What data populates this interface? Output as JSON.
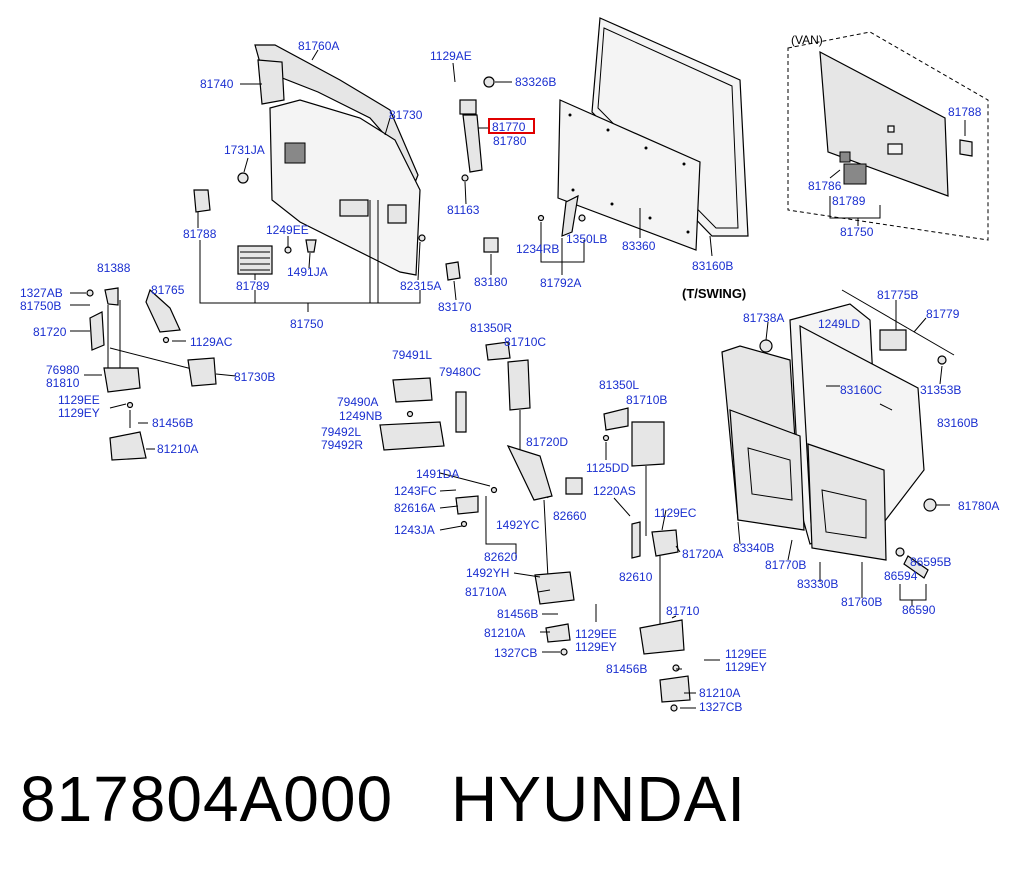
{
  "section_labels": {
    "van": "(VAN)",
    "tswing": "(T/SWING)"
  },
  "labels": {
    "p81760A": "81760A",
    "p81740": "81740",
    "p81730": "81730",
    "p1731JA": "1731JA",
    "p81788a": "81788",
    "p1249EE": "1249EE",
    "p1491JA": "1491JA",
    "p81789a": "81789",
    "p82315A": "82315A",
    "p81750a": "81750",
    "p1129AE": "1129AE",
    "p83326B": "83326B",
    "p81770": "81770",
    "p81780": "81780",
    "p81163": "81163",
    "p83180": "83180",
    "p83170": "83170",
    "p1234RB": "1234RB",
    "p1350LB": "1350LB",
    "p81792A": "81792A",
    "p83360": "83360",
    "p83160Ba": "83160B",
    "p81788b": "81788",
    "p81786": "81786",
    "p81789b": "81789",
    "p81750b": "81750",
    "p81388": "81388",
    "p1327ABa": "1327AB",
    "p81750B": "81750B",
    "p81765": "81765",
    "p81720": "81720",
    "p1129AC": "1129AC",
    "p76980": "76980",
    "p81810": "81810",
    "p81730B": "81730B",
    "p1129EEa": "1129EE",
    "p1129EYa": "1129EY",
    "p81456Ba": "81456B",
    "p81210Aa": "81210A",
    "p79491L": "79491L",
    "p79480C": "79480C",
    "p79490A": "79490A",
    "p1249NB": "1249NB",
    "p79492L": "79492L",
    "p79492R": "79492R",
    "p81350R": "81350R",
    "p81710C": "81710C",
    "p81720D": "81720D",
    "p1491DA": "1491DA",
    "p1243FC": "1243FC",
    "p82616A": "82616A",
    "p1243JA": "1243JA",
    "p1492YC": "1492YC",
    "p82660": "82660",
    "p82620": "82620",
    "p1492YH": "1492YH",
    "p81710A": "81710A",
    "p81456Bb": "81456B",
    "p81210Ab": "81210A",
    "p1129EEb": "1129EE",
    "p1129EYb": "1129EY",
    "p1327CBa": "1327CB",
    "p81350L": "81350L",
    "p81710B": "81710B",
    "p1125DD": "1125DD",
    "p1220AS": "1220AS",
    "p1129EC": "1129EC",
    "p81720A": "81720A",
    "p82610": "82610",
    "p81710": "81710",
    "p1129EEc": "1129EE",
    "p1129EYc": "1129EY",
    "p81456Bc": "81456B",
    "p81210Ac": "81210A",
    "p1327CBb": "1327CB",
    "p81738A": "81738A",
    "p81775B": "81775B",
    "p1249LD": "1249LD",
    "p81779": "81779",
    "p83160C": "83160C",
    "p31353B": "31353B",
    "p83160Bb": "83160B",
    "p81780A": "81780A",
    "p83340B": "83340B",
    "p81770B": "81770B",
    "p83330B": "83330B",
    "p81760B": "81760B",
    "p86594": "86594",
    "p86595B": "86595B",
    "p86590": "86590"
  },
  "caption": {
    "part_number": "817804A000",
    "brand": "HYUNDAI"
  },
  "colors": {
    "label": "#1a2fd0",
    "highlight": "#e00000",
    "line": "#000000"
  }
}
